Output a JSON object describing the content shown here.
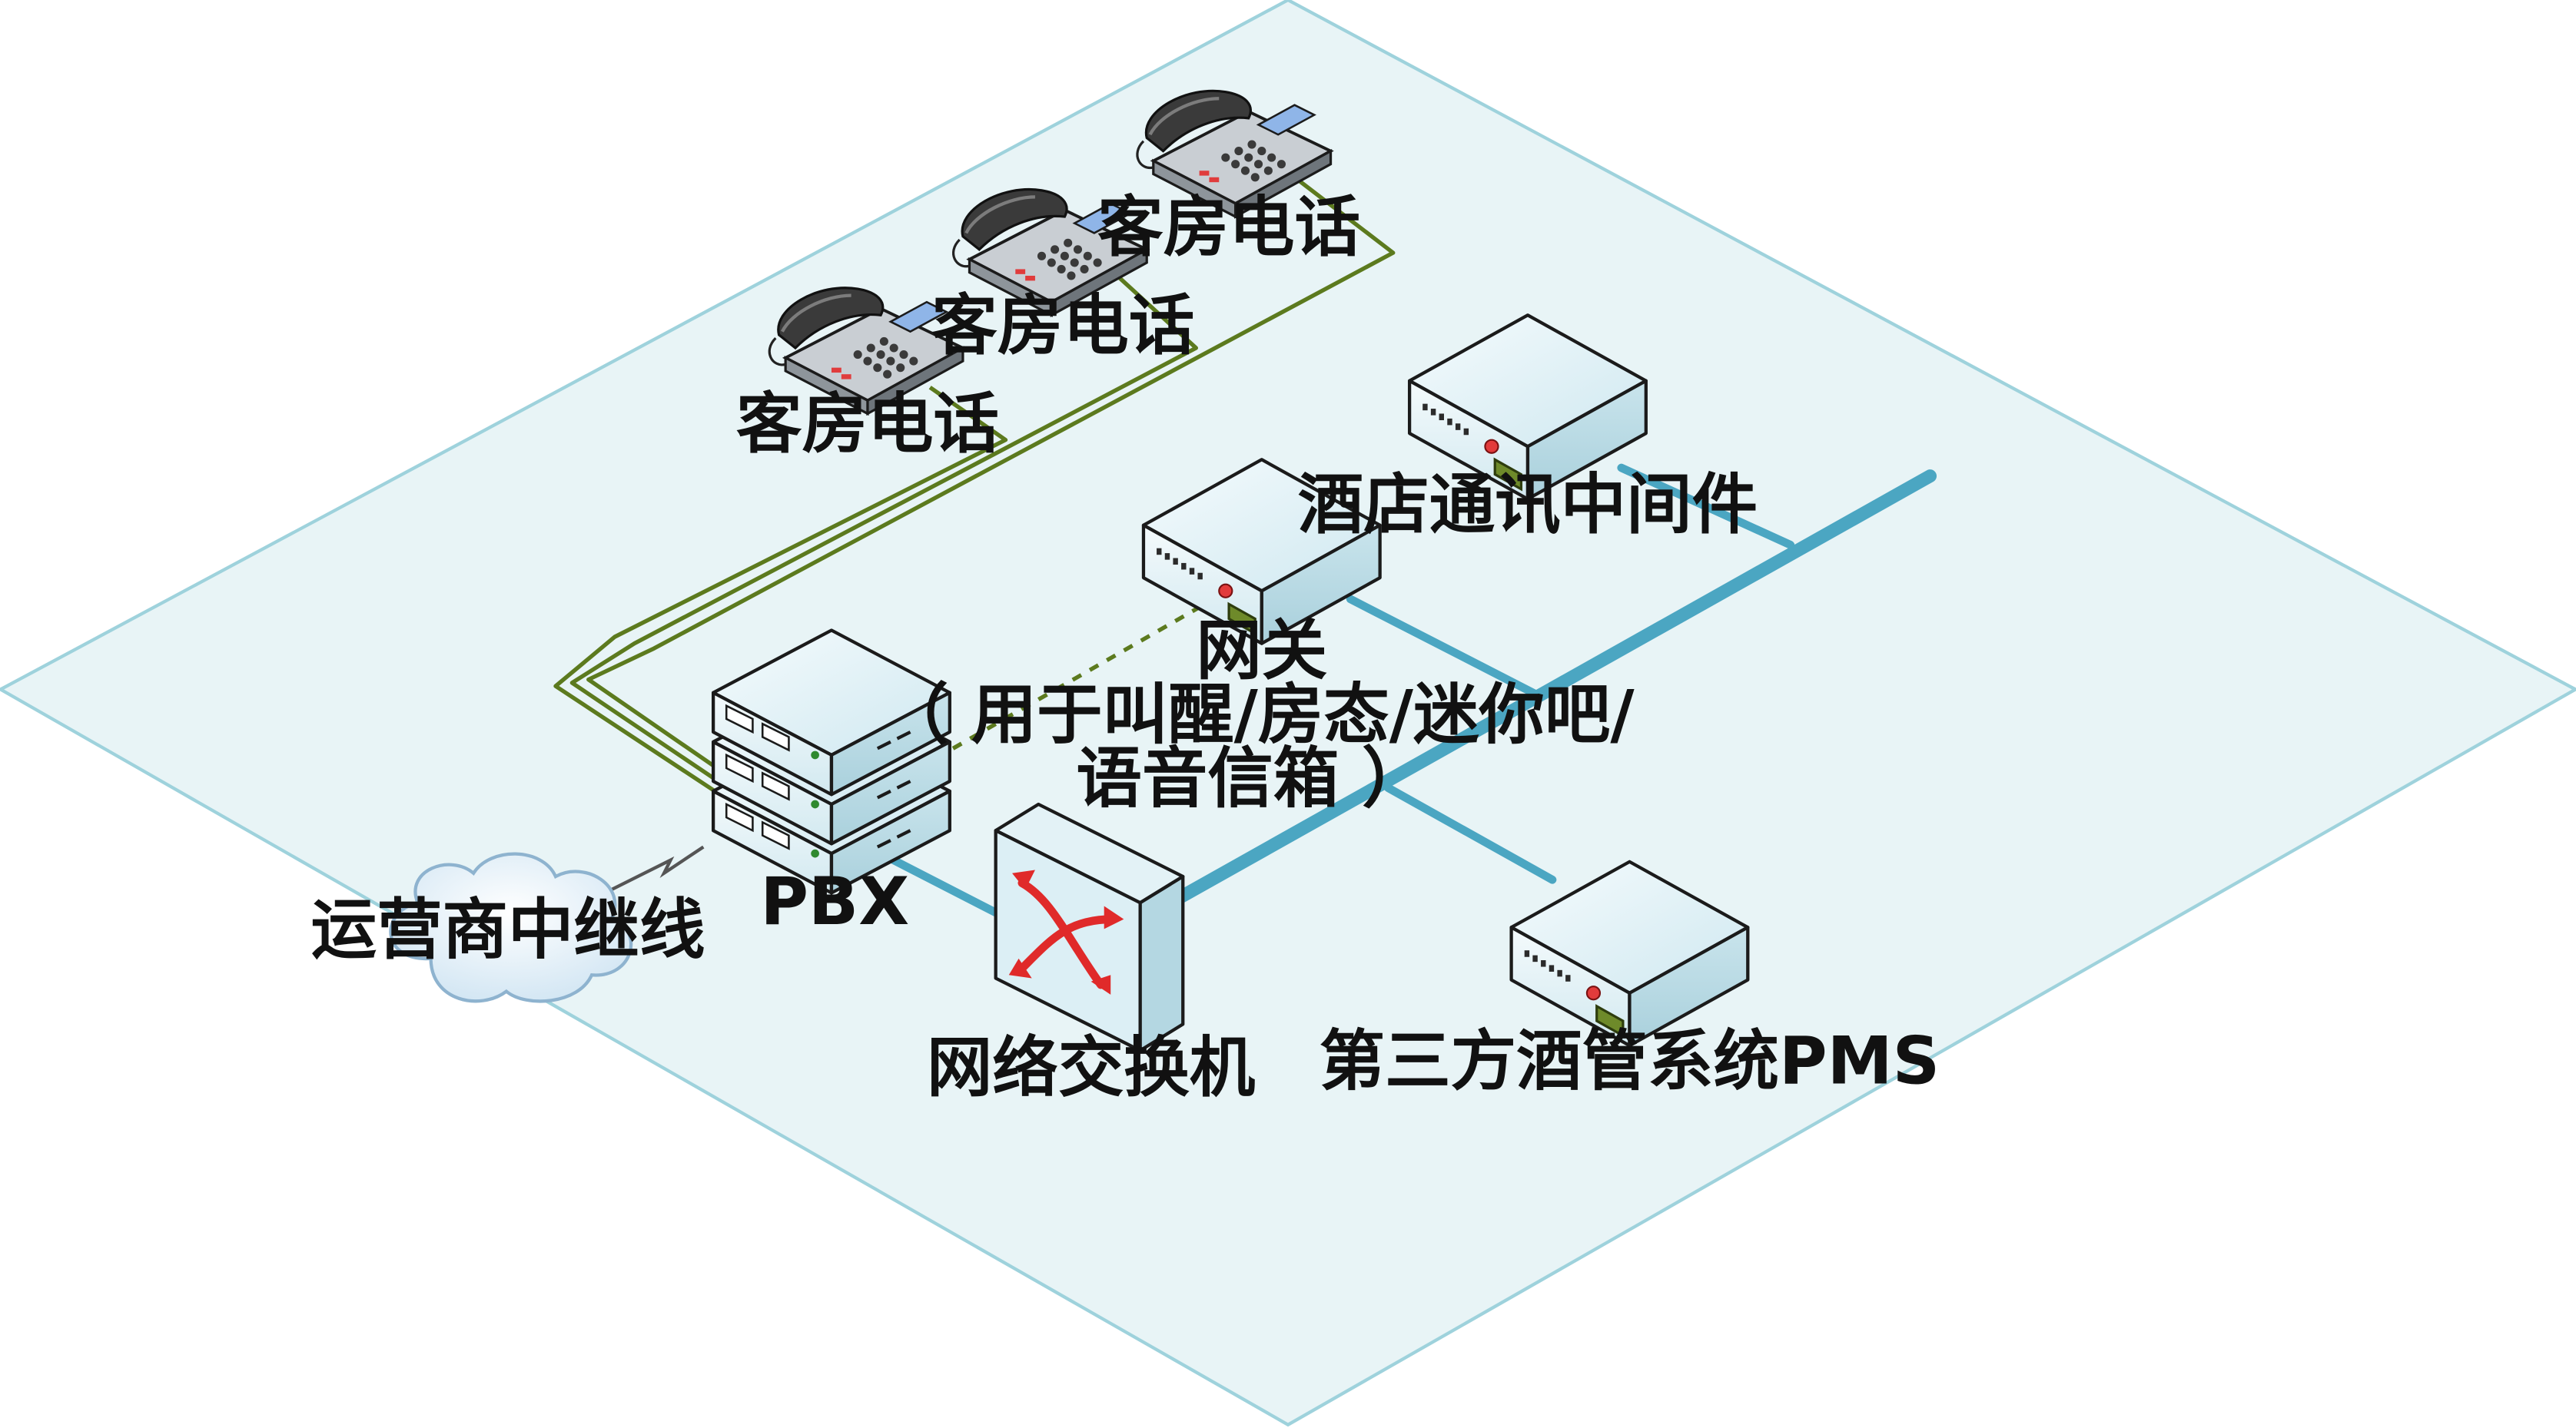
{
  "diagram": {
    "labels": {
      "guest_phone": "客房电话",
      "middleware": "酒店通讯中间件",
      "gateway": "网关",
      "gateway_note_1": "（ 用于叫醒/房态/迷你吧/",
      "gateway_note_2": "语音信箱 ）",
      "pbx": "PBX",
      "carrier_trunk": "运营商中继线",
      "switch": "网络交换机",
      "pms": "第三方酒管系统PMS"
    },
    "colors": {
      "floor_fill": "#E8F4F6",
      "floor_border": "#9ED2DC",
      "phone_line": "#5C7A1E",
      "network_line": "#4BA6C2",
      "device_body": "#D7EEF4",
      "device_led": "#E23B3B"
    }
  }
}
